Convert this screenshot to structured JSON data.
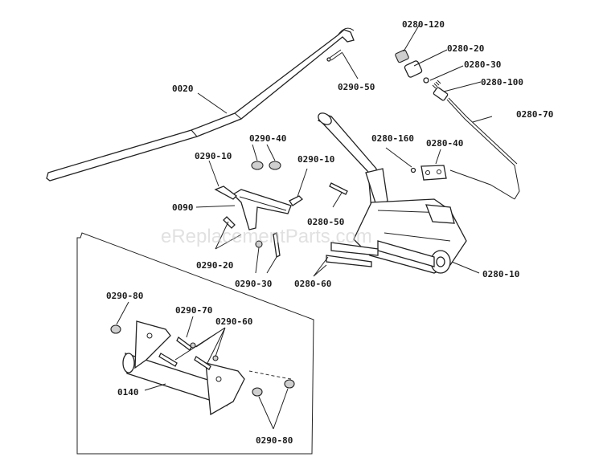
{
  "watermark": "eReplacementParts.com",
  "labels": {
    "l0020": "0020",
    "l0090": "0090",
    "l0140": "0140",
    "l0290_10a": "0290-10",
    "l0290_10b": "0290-10",
    "l0290_20": "0290-20",
    "l0290_30": "0290-30",
    "l0290_40": "0290-40",
    "l0290_50": "0290-50",
    "l0290_60": "0290-60",
    "l0290_70": "0290-70",
    "l0290_80a": "0290-80",
    "l0290_80b": "0290-80",
    "l0280_10": "0280-10",
    "l0280_20": "0280-20",
    "l0280_30": "0280-30",
    "l0280_40": "0280-40",
    "l0280_50": "0280-50",
    "l0280_60": "0280-60",
    "l0280_70": "0280-70",
    "l0280_100": "0280-100",
    "l0280_120": "0280-120",
    "l0280_160": "0280-160"
  },
  "colors": {
    "ink": "#222222",
    "watermark": "#c8c8c8"
  }
}
